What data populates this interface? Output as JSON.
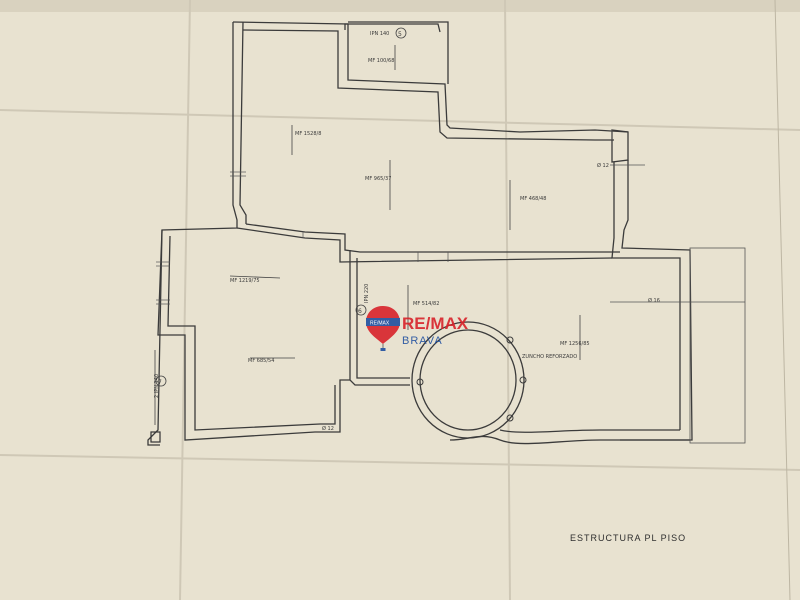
{
  "plan": {
    "title": "ESTRUCTURA  PL  PISO",
    "annotations": {
      "ipn_top": "IPN 140",
      "ipn_top_ref": "5",
      "mf_small": "MF 100/68",
      "mf_upper_left": "MF 1528/8",
      "mf_center": "MF 965/37",
      "mf_right": "MF 468/48",
      "diam_12_top": "Ø 12",
      "mf_left_upper": "MF 1219/75",
      "mf_left_lower": "MF 685/54",
      "ipn_middle": "IPN 220",
      "ipn_middle_ref": "6",
      "mf_mid": "MF 514/82",
      "diam_16": "Ø 16",
      "mf_lower_right": "MF 1256/85",
      "zuncho": "ZUNCHO REFORZADO",
      "ipn_left": "2 IPN 140",
      "ipn_left_ref": "7",
      "diam_12_bottom": "Ø 12"
    }
  },
  "watermark": {
    "brand": "RE/MAX",
    "sub": "BRAVA",
    "colors": {
      "blue": "#1f4fa0",
      "red": "#d8232a"
    }
  }
}
